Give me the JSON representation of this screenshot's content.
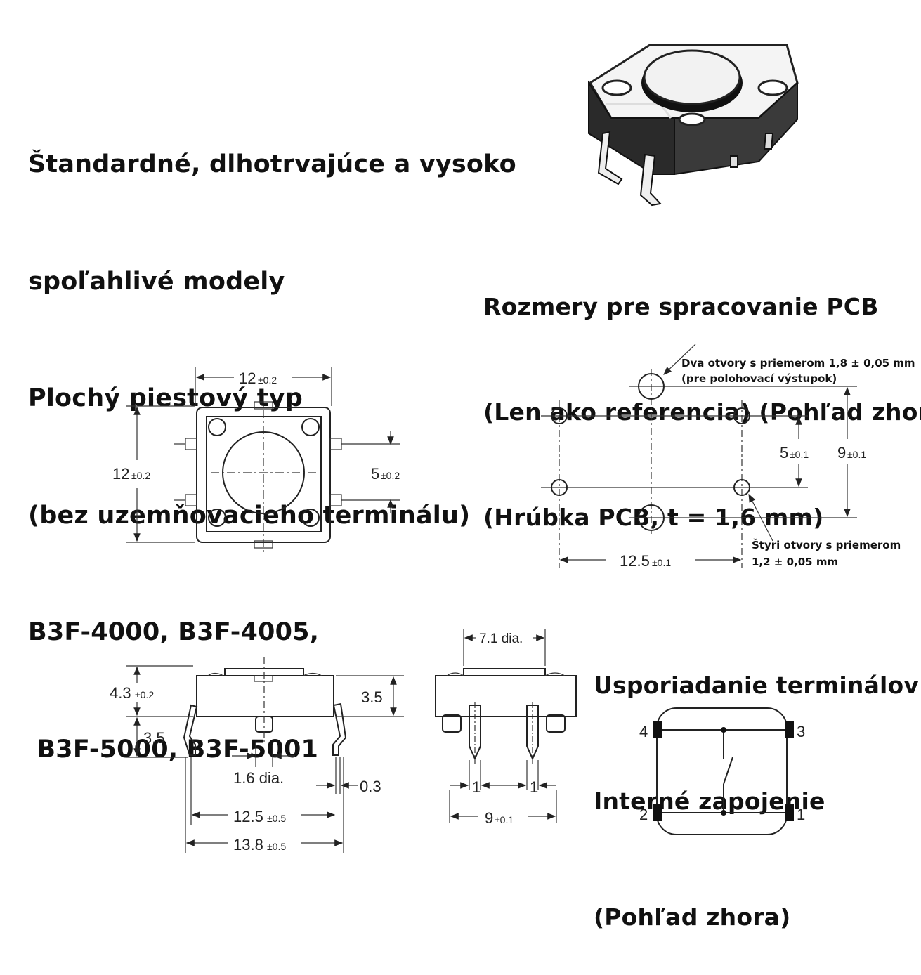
{
  "title_lines": [
    "Štandardné, dlhotrvajúce a vysoko",
    "spoľahlivé modely",
    "Plochý piestový typ",
    "(bez uzemňovacieho terminálu)",
    "B3F-4000, B3F-4005,",
    " B3F-5000, B3F-5001"
  ],
  "pcb_heading_lines": [
    "Rozmery pre spracovanie PCB",
    "(Len ako referencia) (Pohľad zhora)",
    "(Hrúbka PCB, t = 1,6 mm)"
  ],
  "terminal_heading_lines": [
    "Usporiadanie terminálov /",
    "Interné zapojenie",
    "(Pohľad zhora)"
  ],
  "top_view": {
    "width_value": "12",
    "width_tol": "±0.2",
    "height_value": "12",
    "height_tol": "±0.2",
    "pin_pitch_value": "5",
    "pin_pitch_tol": "±0.2"
  },
  "pcb_layout": {
    "positioning_holes_note": [
      "Dva otvory s priemerom 1,8 ± 0,05 mm",
      "(pre polohovací výstupok)"
    ],
    "terminal_holes_note": [
      "Štyri otvory s priemerom",
      "1,2 ± 0,05 mm"
    ],
    "v_pitch_value": "5",
    "v_pitch_tol": "±0.1",
    "v_outer_value": "9",
    "v_outer_tol": "±0.1",
    "h_pitch_value": "12.5",
    "h_pitch_tol": "±0.1"
  },
  "side_view": {
    "height_value": "4.3",
    "height_tol": "±0.2",
    "body_height": "3.5",
    "lead_length": "3.5",
    "boss_dia": "1.6 dia.",
    "lead_thickness": "0.3",
    "lead_span_value": "12.5",
    "lead_span_tol": "±0.5",
    "overall_value": "13.8",
    "overall_tol": "±0.5"
  },
  "front_view": {
    "plunger_dia": "7.1 dia.",
    "lead_width_left": "1",
    "lead_width_right": "1",
    "lead_pitch_value": "9",
    "lead_pitch_tol": "±0.1"
  },
  "terminals": {
    "pin_top_left": "4",
    "pin_top_right": "3",
    "pin_bottom_left": "2",
    "pin_bottom_right": "1"
  }
}
